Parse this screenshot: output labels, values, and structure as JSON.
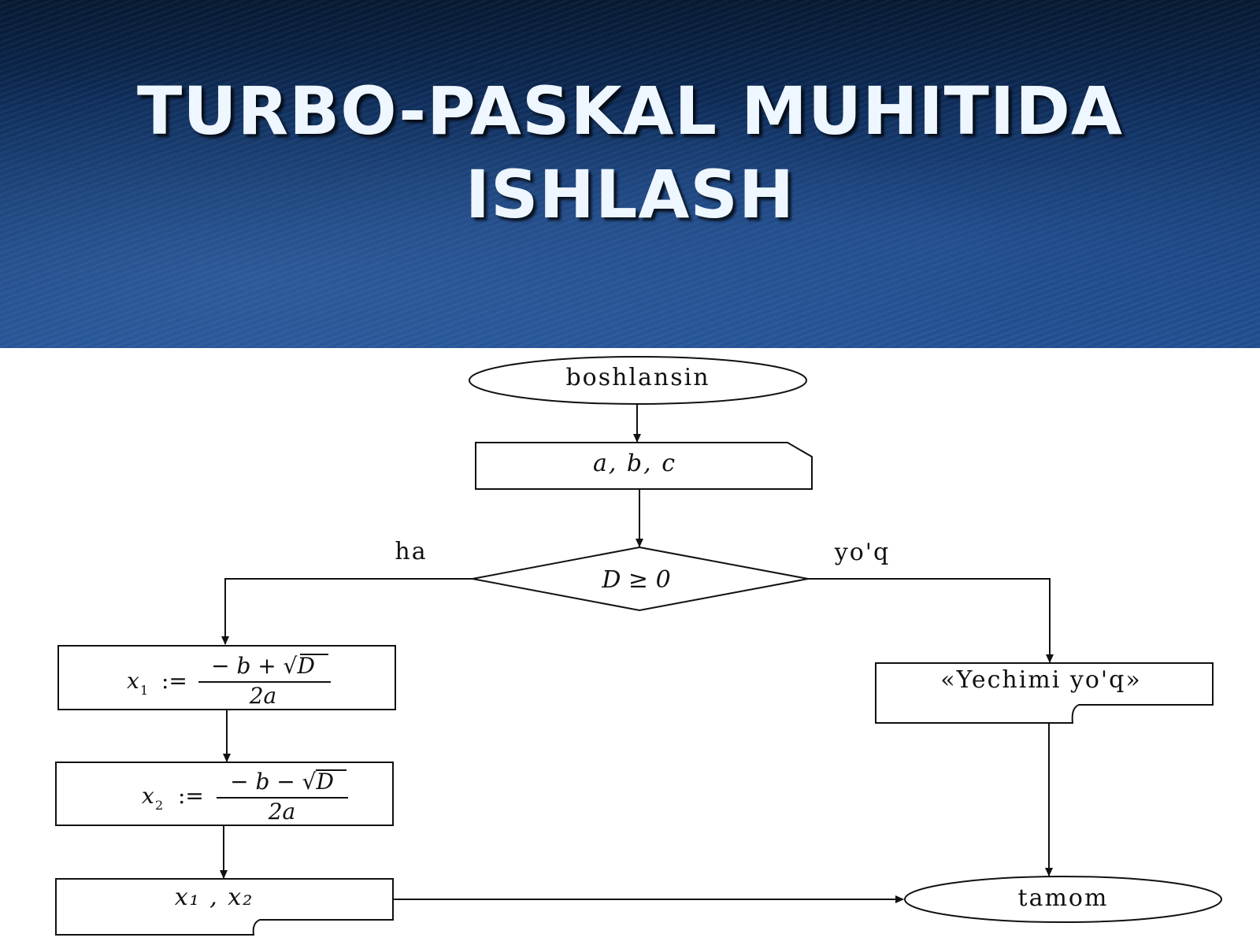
{
  "slide": {
    "title_line1": "TURBO-PASKAL MUHITIDA",
    "title_line2": "ISHLASH"
  },
  "flowchart": {
    "start": "boshlansin",
    "input": "a, b, c",
    "condition": "D ≥ 0",
    "branch_yes": "ha",
    "branch_no": "yo'q",
    "x1_lhs": "x",
    "x1_sub": "1",
    "x1_assign": ":=",
    "x1_numerator": "− b + √D",
    "x1_denominator": "2a",
    "x2_lhs": "x",
    "x2_sub": "2",
    "x2_assign": ":=",
    "x2_numerator": "− b − √D",
    "x2_denominator": "2a",
    "output_roots": "x₁ , x₂",
    "no_solution": "«Yechimi yo'q»",
    "end": "tamom"
  }
}
